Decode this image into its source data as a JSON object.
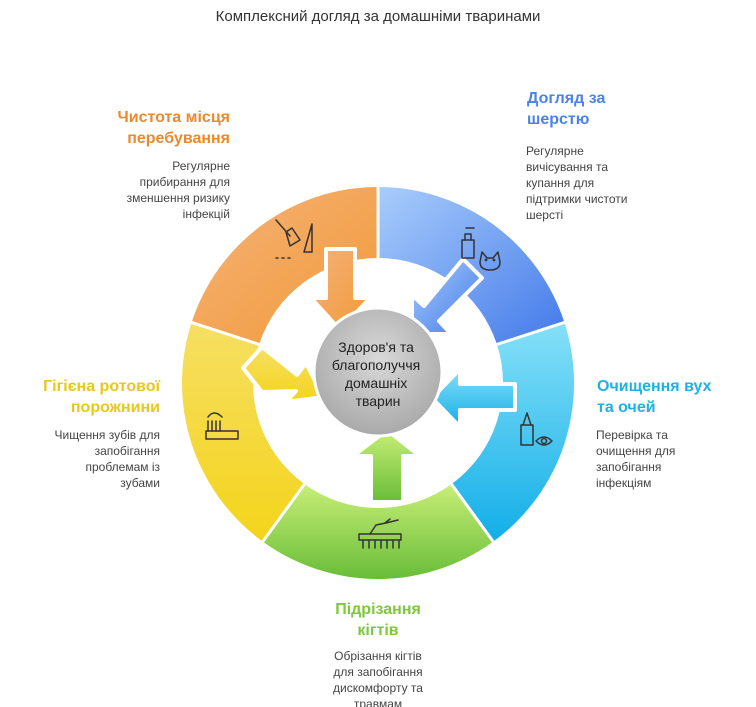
{
  "title": "Комплексний догляд за домашніми тваринами",
  "center": [
    "Здоров'я та",
    "благополуччя",
    "домашніх",
    "тварин"
  ],
  "segments": [
    {
      "id": "fur",
      "title": [
        "Догляд за",
        "шерстю"
      ],
      "desc": [
        "Регулярне",
        "вичісування та",
        "купання для",
        "підтримки чистоти",
        "шерсті"
      ],
      "icon": "shampoo-cat-icon",
      "color": "#4b82ea"
    },
    {
      "id": "ears",
      "title": [
        "Очищення вух",
        "та очей"
      ],
      "desc": [
        "Перевірка та",
        "очищення для",
        "запобігання",
        "інфекціям"
      ],
      "icon": "dropper-eye-icon",
      "color": "#1fb1e6"
    },
    {
      "id": "claws",
      "title": [
        "Підрізання",
        "кігтів"
      ],
      "desc": [
        "Обрізання кігтів",
        "для запобігання",
        "дискомфорту та",
        "травмам"
      ],
      "icon": "paw-clipper-icon",
      "color": "#7dc83b"
    },
    {
      "id": "teeth",
      "title": [
        "Гігієна ротової",
        "порожнини"
      ],
      "desc": [
        "Чищення зубів для",
        "запобігання",
        "проблемам із",
        "зубами"
      ],
      "icon": "toothbrush-icon",
      "color": "#e8c81a"
    },
    {
      "id": "place",
      "title": [
        "Чистота місця",
        "перебування"
      ],
      "desc": [
        "Регулярне",
        "прибирання для",
        "зменшення ризику",
        "інфекцій"
      ],
      "icon": "broom-dustpan-icon",
      "color": "#ea8a2c"
    }
  ]
}
